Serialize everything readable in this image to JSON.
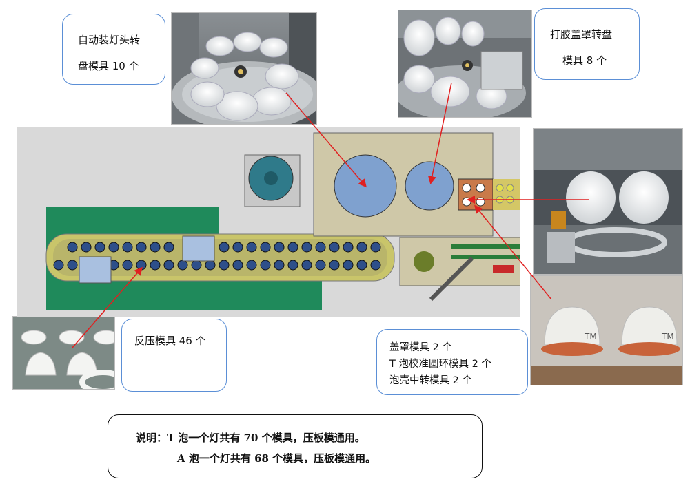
{
  "callouts": {
    "turntable10": {
      "line1": "自动装灯头转",
      "line2": "盘模具 10 个"
    },
    "glue8": {
      "line1": "打胶盖罩转盘",
      "line2": "模具 8 个"
    },
    "press46": {
      "text": "反压模具 46 个"
    },
    "cover": {
      "line1": "盖罩模具 2 个",
      "line2": "T 泡校准圆环模具 2 个",
      "line3": "泡壳中转模具 2 个"
    }
  },
  "note": {
    "line1": "说明：T 泡一个灯共有 70 个模具，压板模通用。",
    "line2": "A 泡一个灯共有 68 个模具，压板模通用。"
  },
  "photo_text": {
    "tm_label": "TM"
  },
  "colors": {
    "callout_border": "#5b8fd6",
    "arrow": "#e02020",
    "green_table": "#1f8a5b",
    "machine_gray": "#d8d8d8",
    "mold_blue": "#2e4f8a"
  }
}
